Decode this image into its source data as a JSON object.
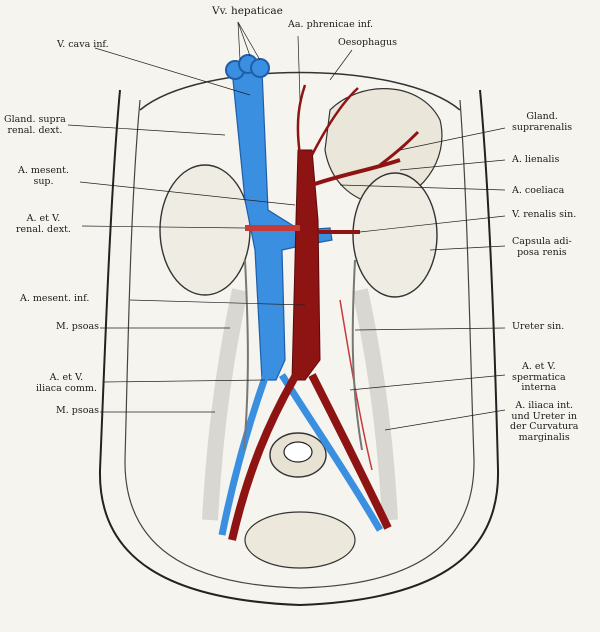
{
  "labels": {
    "vv_hepaticae": "Vv. hepaticae",
    "aa_phrenicae": "Aa. phrenicae inf.",
    "oesophagus": "Oesophagus",
    "v_cava_inf": "V. cava inf.",
    "gland_supra_dext_1": "Gland. supra",
    "gland_supra_dext_2": "renal. dext.",
    "gland_suprarenalis_1": "Gland.",
    "gland_suprarenalis_2": "suprarenalis",
    "a_lienalis": "A. lienalis",
    "a_mesent_sup_1": "A. mesent.",
    "a_mesent_sup_2": "sup.",
    "a_coeliaca": "A. coeliaca",
    "a_v_renal_dext_1": "A. et V.",
    "a_v_renal_dext_2": "renal. dext.",
    "v_renalis_sin": "V. renalis sin.",
    "capsula_1": "Capsula adi-",
    "capsula_2": "posa renis",
    "a_mesent_inf": "A. mesent. inf.",
    "m_psoas_1": "M. psoas",
    "ureter_sin": "Ureter sin.",
    "a_v_iliaca_1": "A. et V.",
    "a_v_iliaca_2": "iliaca comm.",
    "a_v_spermatica_1": "A. et V.",
    "a_v_spermatica_2": "spermatica",
    "a_v_spermatica_3": "interna",
    "m_psoas_2": "M. psoas",
    "a_iliaca_int_1": "A. iliaca int.",
    "a_iliaca_int_2": "und Ureter in",
    "a_iliaca_int_3": "der Curvatura",
    "a_iliaca_int_4": "marginalis"
  },
  "colors": {
    "vein": "#3a8fe0",
    "vein_dark": "#1f5ea8",
    "artery": "#8e1414",
    "artery_light": "#c73a3a",
    "ink": "#222222",
    "paper": "#f6f4ee"
  }
}
